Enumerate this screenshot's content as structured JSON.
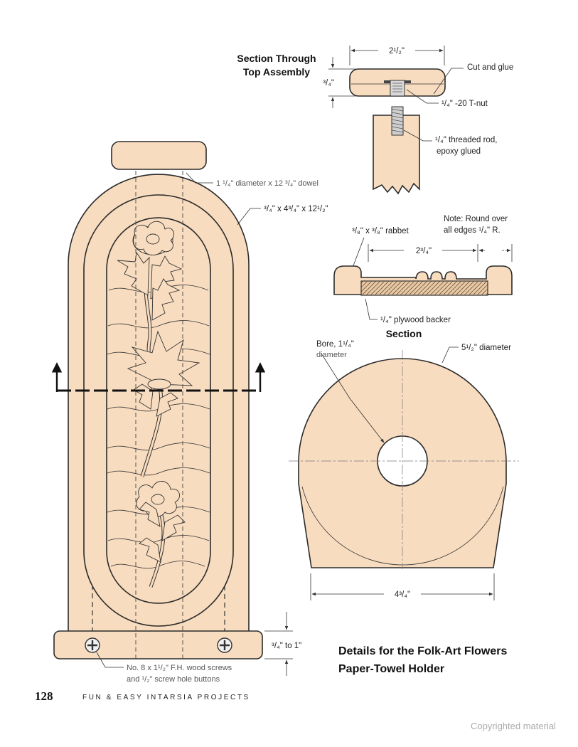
{
  "colors": {
    "wood": "#f8dcbf",
    "ink": "#2b2b2b",
    "watermark": "#aaaaaa"
  },
  "top_assembly": {
    "title_line1": "Section Through",
    "title_line2": "Top Assembly",
    "width_dim": "2¹/₂\"",
    "height_dim": "³/₄\"",
    "cut_glue": "Cut and glue",
    "tnut": "¹/₄\" -20 T-nut",
    "rod_line1": "¹/₄\" threaded rod,",
    "rod_line2": "epoxy glued"
  },
  "front_view": {
    "dowel": "1 ¹/₄\" diameter x 12 ³/₄\" dowel",
    "board": "³/₄\" x 4³/₄\" x 12¹/₂\"",
    "base_dim": "³/₄\" to 1\"",
    "screws_line1": "No. 8 x 1¹/₂\" F.H. wood screws",
    "screws_line2": "and ¹/₂\" screw hole buttons"
  },
  "section": {
    "note_line1": "Note: Round over",
    "note_line2": "all edges ¹/₄\" R.",
    "rabbet": "³/₈\" x ³/₈\" rabbet",
    "width_dim": "2³/₄\"",
    "backer": "¹/₄\" plywood backer",
    "title": "Section"
  },
  "side_view": {
    "bore_line1": "Bore, 1¹/₄\"",
    "bore_line2": "diameter",
    "diameter": "5¹/₂\" diameter",
    "width_dim": "4³/₄\""
  },
  "caption": {
    "line1": "Details for the Folk-Art Flowers",
    "line2": "Paper-Towel Holder"
  },
  "footer": {
    "page_number": "128",
    "running_title": "FUN & EASY INTARSIA PROJECTS"
  },
  "watermark": "Copyrighted material"
}
